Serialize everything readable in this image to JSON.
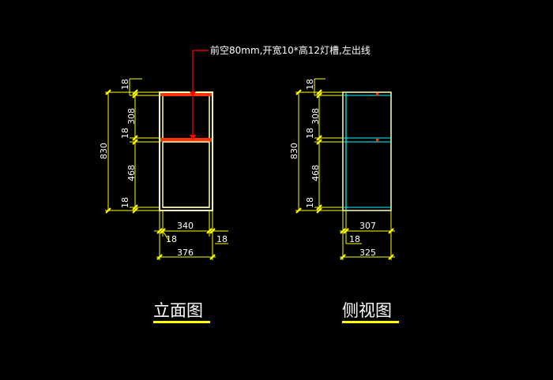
{
  "annotation": {
    "note": "前空80mm,开宽10*高12灯槽,左出线"
  },
  "front_view": {
    "title": "立面图",
    "overall_height": "830",
    "top_board": "18",
    "upper_space": "308",
    "middle_board": "18",
    "lower_space": "468",
    "bottom_board": "18",
    "inner_width": "340",
    "left_side": "18",
    "right_side": "18",
    "overall_width": "376"
  },
  "side_view": {
    "title": "侧视图",
    "overall_height": "830",
    "top_board": "18",
    "upper_space": "308",
    "middle_board": "18",
    "lower_space": "468",
    "bottom_board": "18",
    "inner_depth": "307",
    "back_board": "18",
    "overall_depth": "325"
  },
  "colors": {
    "background": "#000000",
    "dimension_text": "#ffffff",
    "dimension_line": "#ffff00",
    "dimension_tick": "#ffff00",
    "cabinet_outline": "#ffffc0",
    "light_groove": "#ff3300",
    "leader_arrow": "#ff0000",
    "side_panel": "#00ffff",
    "title_underline": "#ffff00"
  }
}
